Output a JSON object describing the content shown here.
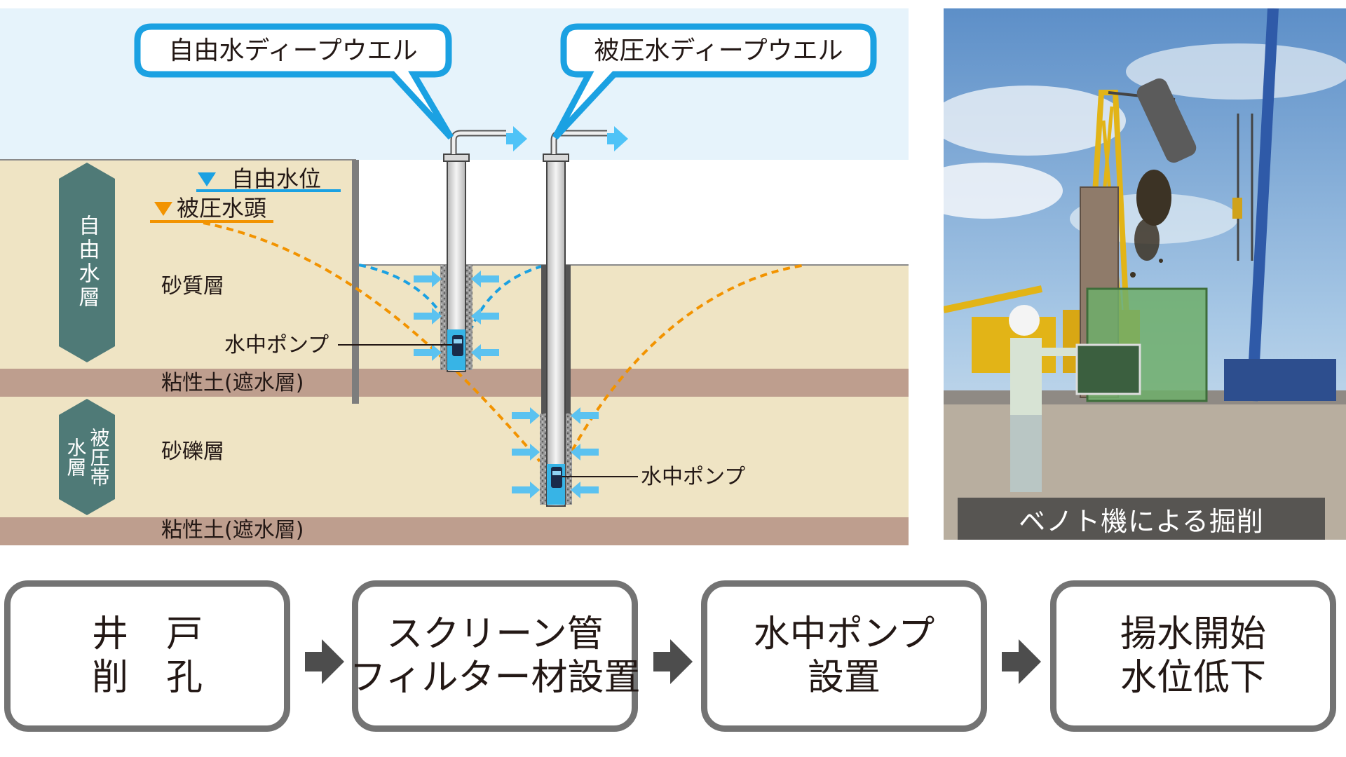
{
  "callouts": {
    "free_well": "自由水ディープウエル",
    "confined_well": "被圧水ディープウエル"
  },
  "levels": {
    "free_water_level": "自由水位",
    "confined_head": "被圧水頭"
  },
  "layers": {
    "free_aquifer": "自由水層",
    "confined_aquifer_line1": "被圧帯",
    "confined_aquifer_line2": "水層",
    "sand": "砂質層",
    "clay_upper": "粘性土(遮水層)",
    "gravel": "砂礫層",
    "clay_lower": "粘性土(遮水層)"
  },
  "pump_labels": {
    "free_pump": "水中ポンプ",
    "confined_pump": "水中ポンプ"
  },
  "photo": {
    "caption": "ベノト機による掘削"
  },
  "steps": [
    {
      "line1": "井戸",
      "line2": "削孔"
    },
    {
      "line1": "スクリーン管",
      "line2": "フィルター材設置"
    },
    {
      "line1": "水中ポンプ",
      "line2": "設置"
    },
    {
      "line1": "揚水開始",
      "line2": "水位低下"
    }
  ],
  "colors": {
    "sky": "#E6F3FB",
    "soil": "#EFE4C4",
    "clay": "#BE9E8E",
    "layer_label": "#4F7A77",
    "free_water": "#1BA1E2",
    "confined_water": "#F29300",
    "callout": "#1BA1E2",
    "step_border": "#737373"
  }
}
